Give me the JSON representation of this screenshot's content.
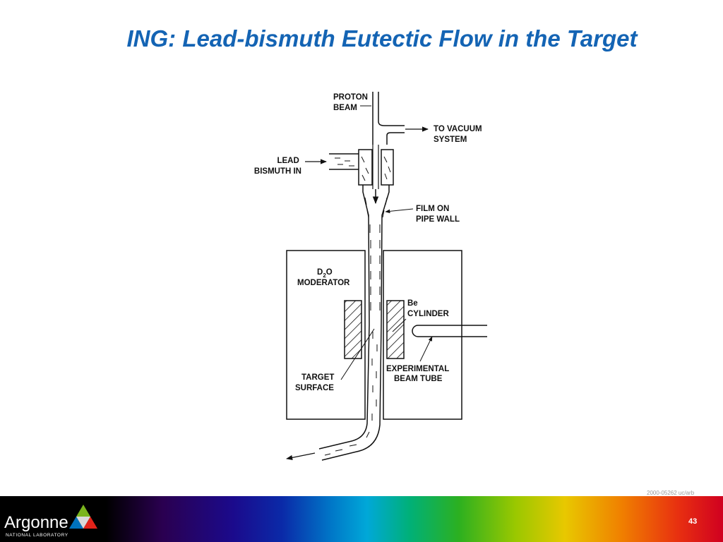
{
  "slide": {
    "title": "ING: Lead-bismuth Eutectic Flow in the Target",
    "page_number": "43",
    "doc_code": "2000-05262 uc/arb"
  },
  "diagram": {
    "labels": {
      "proton_beam": [
        "PROTON",
        "BEAM"
      ],
      "to_vacuum": [
        "TO VACUUM",
        "SYSTEM"
      ],
      "lead_bismuth_in": [
        "LEAD",
        "BISMUTH IN"
      ],
      "film_on_pipe_wall": [
        "FILM ON",
        "PIPE WALL"
      ],
      "d2o_moderator": {
        "d": "D",
        "sub": "2",
        "o": "O",
        "line2": "MODERATOR"
      },
      "be_cylinder": [
        "Be",
        "CYLINDER"
      ],
      "target_surface": [
        "TARGET",
        "SURFACE"
      ],
      "experimental_beam_tube": [
        "EXPERIMENTAL",
        "BEAM TUBE"
      ]
    }
  },
  "footer": {
    "logo_text": "Argonne",
    "logo_subtext": "NATIONAL LABORATORY",
    "logo_colors": [
      "#7ab51d",
      "#0072bc",
      "#e2231a"
    ]
  }
}
